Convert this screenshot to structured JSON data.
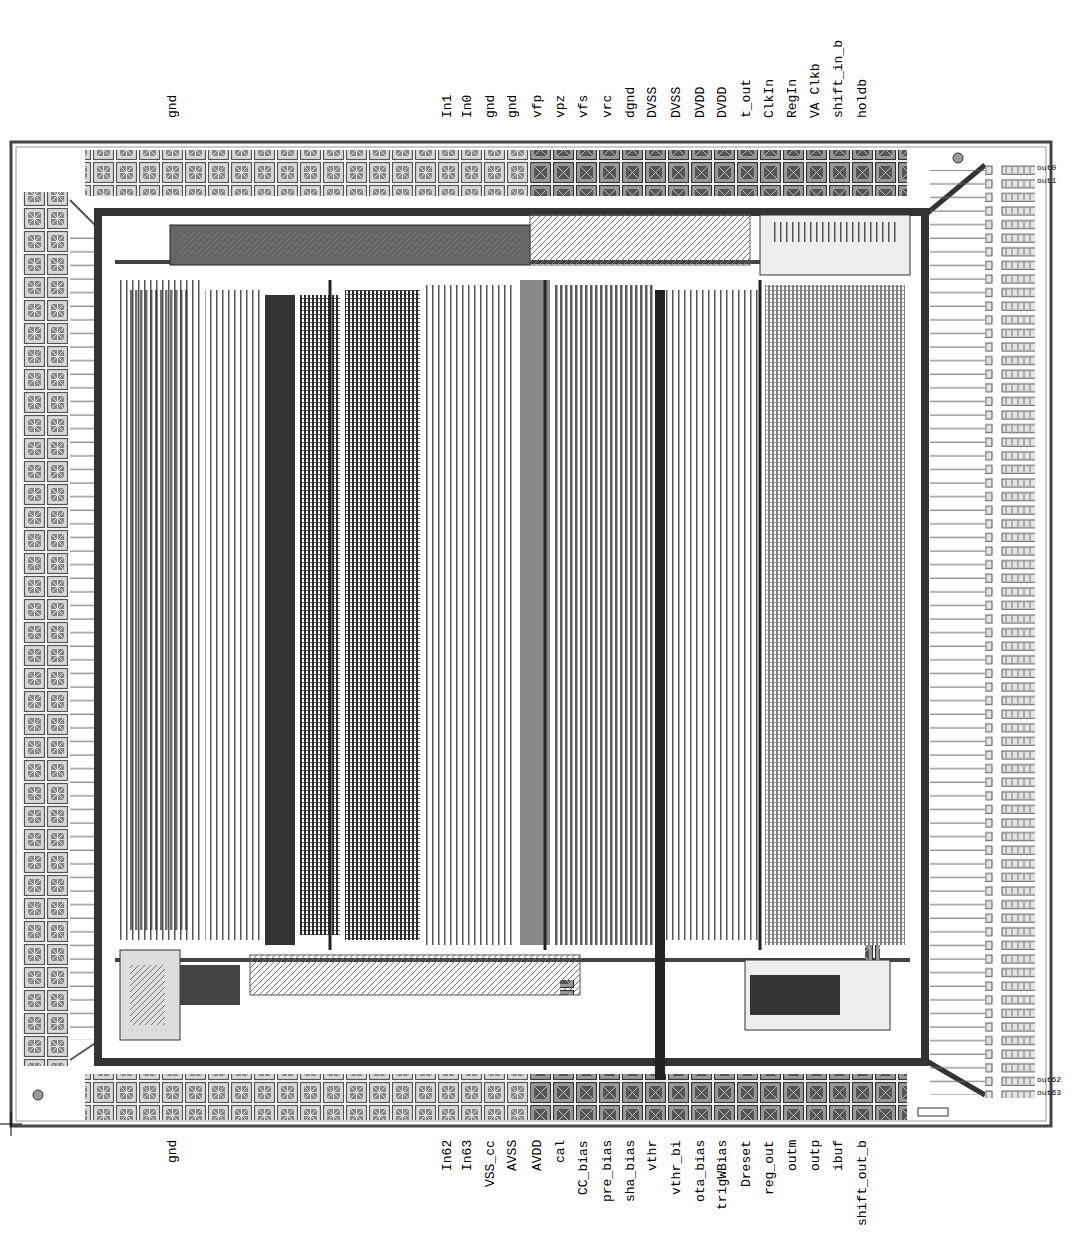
{
  "diagram": {
    "labels": [
      "gnd",
      "In1",
      "In0",
      "gnd",
      "gnd",
      "vfp",
      "vpz",
      "vfs",
      "vrc",
      "dgnd",
      "DVSS",
      "DVSS",
      "DVDD",
      "DVDD",
      "t_out",
      "ClkIn",
      "RegIn",
      "VA Clkb",
      "shift_in_b",
      "holdb",
      "out0",
      "out1",
      "gnd",
      "In62",
      "In63",
      "VSS_cc",
      "AVSS",
      "AVDD",
      "cal",
      "CC_bias",
      "pre_bias",
      "sha_bias",
      "vthr",
      "vthr_bi",
      "ota_bias",
      "trigWBias",
      "Dreset",
      "reg_out",
      "outm",
      "outp",
      "ibuf",
      "shift_out_b",
      "out62",
      "out63"
    ]
  }
}
